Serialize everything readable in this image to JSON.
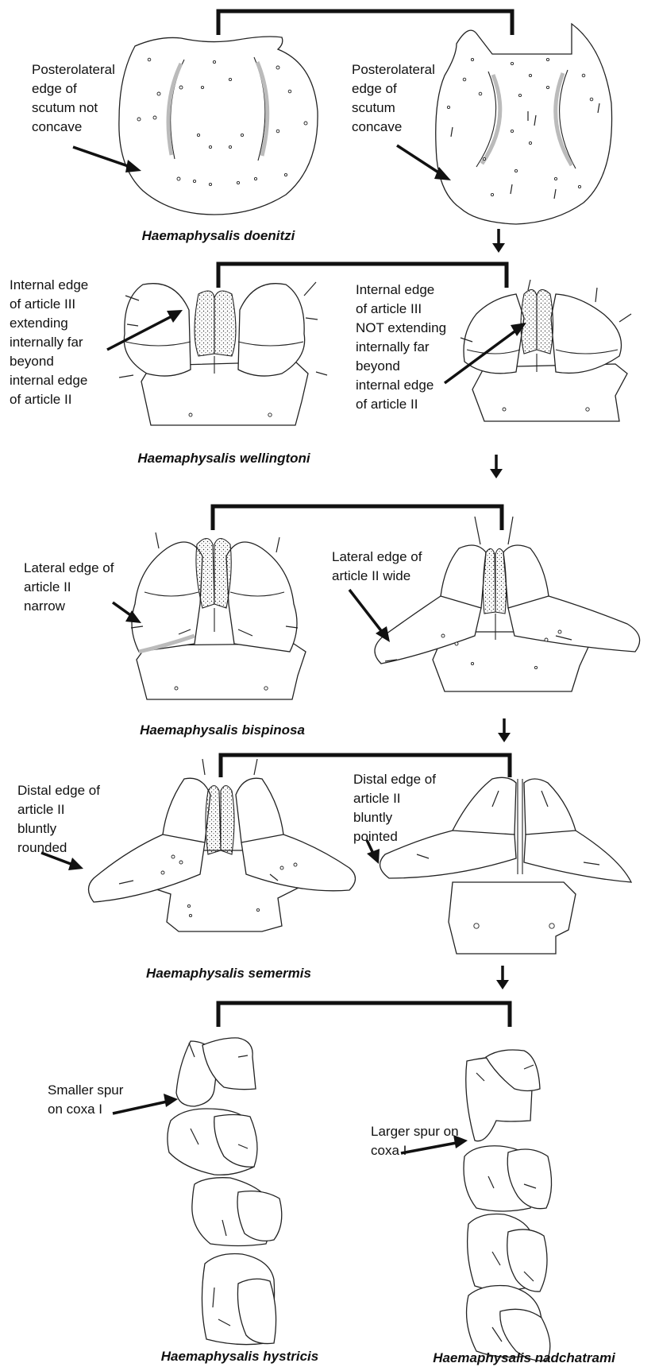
{
  "couplets": [
    {
      "left_label": [
        "Posterolateral",
        "edge of",
        "scutum not",
        "concave"
      ],
      "right_label": [
        "Posterolateral",
        "edge of",
        "scutum",
        "concave"
      ],
      "species": "Haemaphysalis doenitzi"
    },
    {
      "left_label": [
        "Internal edge",
        "of article III",
        "extending",
        "internally far",
        "beyond",
        "internal edge",
        "of article II"
      ],
      "right_label": [
        "Internal edge",
        "of article III",
        "NOT extending",
        "internally far",
        "beyond",
        "internal edge",
        "of article II"
      ],
      "species": "Haemaphysalis wellingtoni"
    },
    {
      "left_label": [
        "Lateral edge of",
        "article II",
        "narrow"
      ],
      "right_label": [
        "Lateral edge of",
        "article II wide"
      ],
      "species": "Haemaphysalis bispinosa"
    },
    {
      "left_label": [
        "Distal edge of",
        "article II",
        "bluntly",
        "rounded"
      ],
      "right_label": [
        "Distal edge of",
        "article II",
        "bluntly",
        "pointed"
      ],
      "species": "Haemaphysalis semermis"
    },
    {
      "left_label": [
        "Smaller spur",
        "on coxa I"
      ],
      "right_label": [
        "Larger spur on",
        "coxa I"
      ],
      "species": "Haemaphysalis hystricis",
      "species_right": "Haemaphysalis nadchatrami"
    }
  ],
  "icons": {
    "connector": "bracket-icon",
    "next_step": "down-arrow-icon",
    "pointer": "pointer-arrow-icon"
  }
}
